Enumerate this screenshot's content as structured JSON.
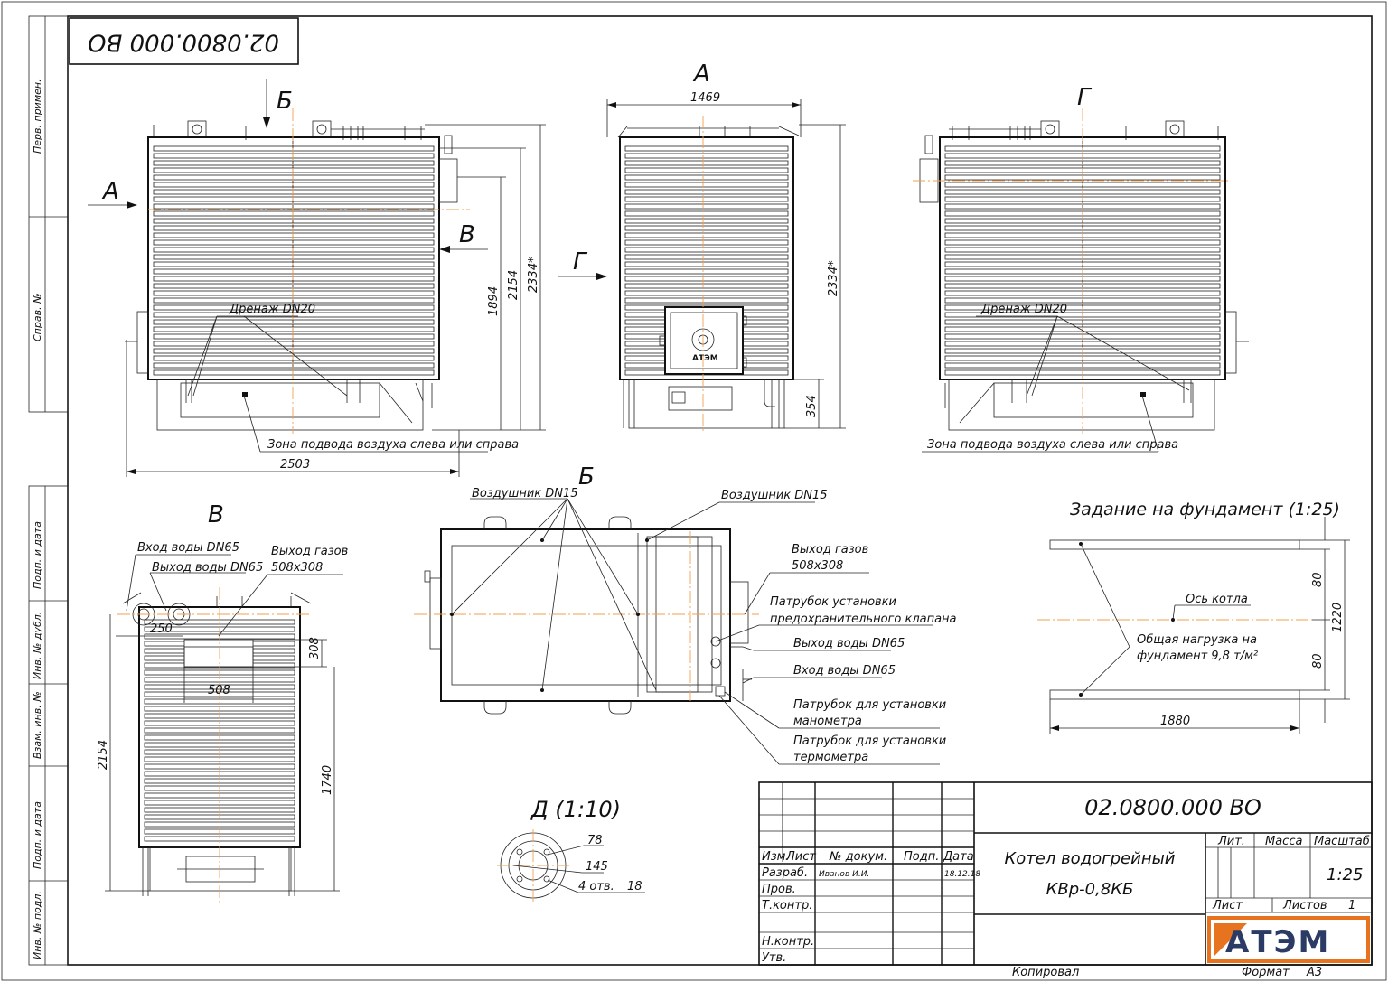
{
  "drawing_code": "02.0800.000 ВО",
  "side_margin": [
    "Перв. примен.",
    "Справ. №",
    "Подп. и дата",
    "Инв. № дубл.",
    "Взам. инв. №",
    "Подп. и дата",
    "Инв. № подл."
  ],
  "views": {
    "side_left": {
      "arrows": {
        "b": "Б",
        "a": "А",
        "v": "В"
      },
      "drain": "Дренаж DN20",
      "air_zone": "Зона подвода воздуха слева или справа",
      "dims": {
        "h1": "1894",
        "h2": "2154",
        "h3": "2334*",
        "w": "2503"
      }
    },
    "view_a": {
      "title": "А",
      "arrow_g": "Г",
      "dims": {
        "w": "1469",
        "h": "2334*",
        "leg": "354"
      },
      "logo": "АТЭМ"
    },
    "view_g": {
      "title": "Г",
      "drain": "Дренаж DN20",
      "air_zone": "Зона подвода воздуха слева или справа"
    },
    "view_v": {
      "title": "В",
      "labels": {
        "water_in": "Вход воды DN65",
        "water_out": "Выход воды DN65",
        "gas_out_1": "Выход газов",
        "gas_out_2": "508х308"
      },
      "dims": {
        "d250": "250",
        "d308": "308",
        "d508": "508",
        "d2154": "2154",
        "d1740": "1740"
      }
    },
    "view_b": {
      "title": "Б",
      "labels": {
        "vent1": "Воздушник DN15",
        "vent2": "Воздушник DN15",
        "gas_out_1": "Выход газов",
        "gas_out_2": "508х308",
        "valve_1": "Патрубок установки",
        "valve_2": "предохранительного клапана",
        "water_out": "Выход воды DN65",
        "water_in": "Вход воды DN65",
        "mano_1": "Патрубок для установки",
        "mano_2": "манометра",
        "thermo_1": "Патрубок для установки",
        "thermo_2": "термометра"
      }
    },
    "detail_d": {
      "title": "Д (1:10)",
      "d78": "78",
      "d145": "145",
      "holes": "4 отв.",
      "hole_d": "18"
    },
    "foundation": {
      "title": "Задание на фундамент (1:25)",
      "axis": "Ось котла",
      "load_1": "Общая нагрузка на",
      "load_2": "фундамент 9,8 т/м²",
      "d80a": "80",
      "d80b": "80",
      "d1220": "1220",
      "d1880": "1880"
    }
  },
  "title_block": {
    "code": "02.0800.000 ВО",
    "name_1": "Котел водогрейный",
    "name_2": "КВр-0,8КБ",
    "headers": {
      "izm": "Изм.",
      "list": "Лист",
      "doc": "№ докум.",
      "podp": "Подп.",
      "data": "Дата"
    },
    "rows": {
      "razrab": "Разраб.",
      "prov": "Пров.",
      "tkontr": "Т.контр.",
      "nkontr": "Н.контр.",
      "utv": "Утв."
    },
    "author": "Иванов И.И.",
    "date": "18.12.18",
    "lit": "Лит.",
    "massa": "Масса",
    "masshtab": "Масштаб",
    "scale": "1:25",
    "sheet_lbl": "Лист",
    "sheets_lbl": "Листов",
    "sheets_val": "1",
    "logo": "АТЭМ",
    "copied": "Копировал",
    "format_lbl": "Формат",
    "format_val": "А3"
  },
  "colors": {
    "line": "#111111",
    "axis": "#f0a050",
    "logo_orange": "#e8731f",
    "logo_navy": "#2b3b66"
  }
}
